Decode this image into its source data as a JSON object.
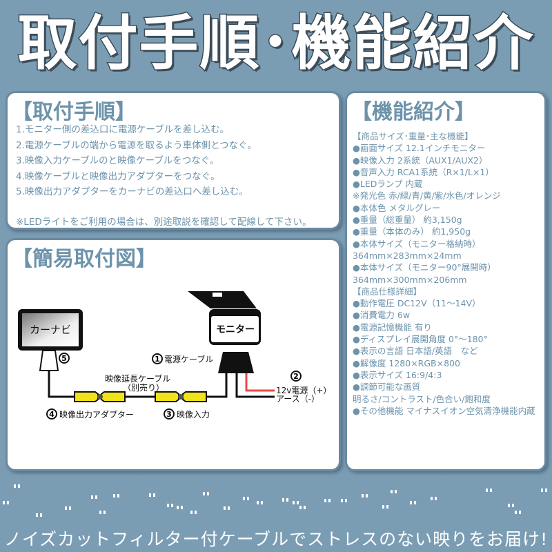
{
  "title": "取付手順･機能紹介",
  "install": {
    "heading": "【取付手順】",
    "steps": [
      "1.モニター側の差込口に電源ケーブルを差し込む。",
      "2.電源ケーブルの端から電源を取るよう車体側とつなぐ。",
      "3.映像入力ケーブルのと映像ケーブルをつなぐ。",
      "4.映像ケーブルと映像出力アダプターをつなぐ。",
      "5.映像出力アダプターをカーナビの差込口へ差し込む。"
    ],
    "note": "※LEDライトをご利用の場合は、別途取説を確認して配線して下さい。"
  },
  "diagram": {
    "heading": "【簡易取付図】",
    "car_navi": "カーナビ",
    "monitor": "モニター",
    "label_1": "電源ケーブル",
    "label_2a": "12v電源（+）",
    "label_2b": "アース（-）",
    "label_3": "映像入力",
    "label_4": "映像出力アダプター",
    "extension_a": "映像延長ケーブル",
    "extension_b": "（別売り）",
    "num_1": "1",
    "num_2": "2",
    "num_3": "3",
    "num_4": "4",
    "num_5": "5",
    "colors": {
      "connector": "#f2e21a",
      "power_wire": "#e84a4a"
    }
  },
  "features": {
    "heading": "【機能紹介】",
    "lines": [
      "【商品サイズ･重量･主な機能】",
      "●画面サイズ 12.1インチモニター",
      "●映像入力 2系統（AUX1/AUX2）",
      "●音声入力 RCA1系統（R×1/L×1）",
      "●LEDランプ 内蔵",
      "※発光色 赤/緑/青/黄/紫/水色/オレンジ",
      "●本体色 メタルグレー",
      "●重量（総重量） 約3,150g",
      "●重量（本体のみ） 約1,950g",
      "●本体サイズ（モニター格納時）",
      "364mm×283mm×24mm",
      "●本体サイズ（モニター90°展開時）",
      "364mm×300mm×206mm",
      "【商品仕様詳細】",
      "●動作電圧 DC12V（11～14V）",
      "●消費電力 6w",
      "●電源記憶機能 有り",
      "●ディスプレイ展開角度 0°～180°",
      "●表示の言語 日本語/英語　など",
      "●解像度 1280×RGB×800",
      "●表示サイズ 16:9/4:3",
      "●調節可能な画質",
      "明るさ/コントラスト/色合い/飽和度",
      "●その他機能 マイナスイオン空気清浄機能内蔵"
    ]
  },
  "footer": "ノイズカットフィルター付ケーブルでストレスのない映りをお届け!",
  "colors": {
    "background": "#7b9db4",
    "accent_text": "#6d93ab"
  }
}
